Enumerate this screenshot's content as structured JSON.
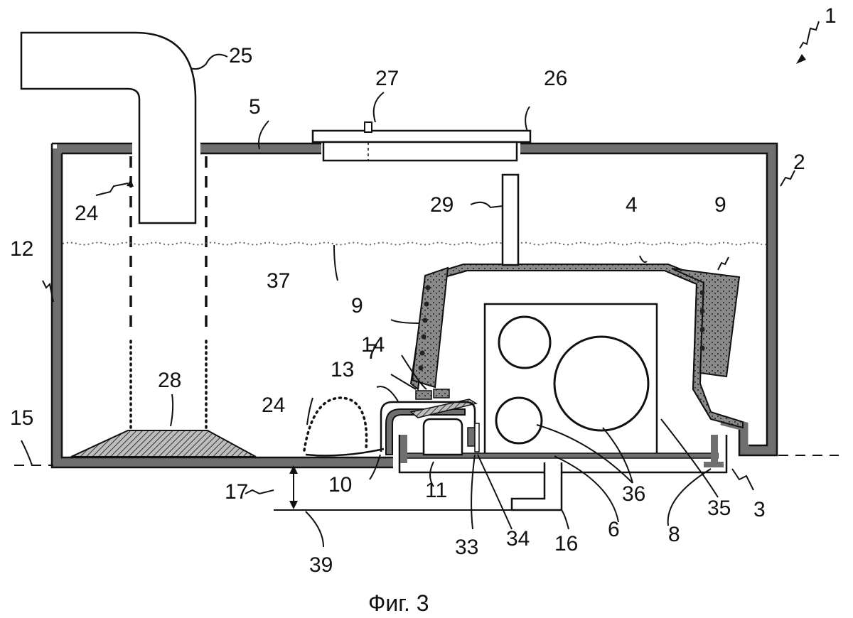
{
  "figure": {
    "caption": "Фиг. 3"
  },
  "labels": {
    "l1": "1",
    "l2": "2",
    "l3": "3",
    "l4": "4",
    "l5": "5",
    "l6": "6",
    "l7": "7",
    "l8": "8",
    "l9a": "9",
    "l9b": "9",
    "l10": "10",
    "l11": "11",
    "l12": "12",
    "l13": "13",
    "l14": "14",
    "l15": "15",
    "l16": "16",
    "l17": "17",
    "l24a": "24",
    "l24b": "24",
    "l25": "25",
    "l26": "26",
    "l27": "27",
    "l28": "28",
    "l29": "29",
    "l33": "33",
    "l34": "34",
    "l35": "35",
    "l36": "36",
    "l37": "37",
    "l39": "39"
  },
  "colors": {
    "wall_fill": "#6f6f6f",
    "line": "#111111",
    "hatch": "#444444",
    "background": "#ffffff"
  }
}
